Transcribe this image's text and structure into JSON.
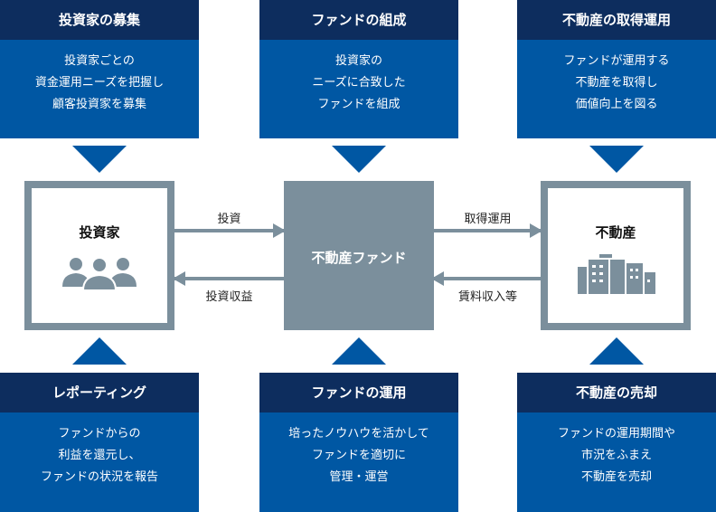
{
  "top_cards": [
    {
      "title": "投資家の募集",
      "lines": [
        "投資家ごとの",
        "資金運用ニーズを把握し",
        "顧客投資家を募集"
      ]
    },
    {
      "title": "ファンドの組成",
      "lines": [
        "投資家の",
        "ニーズに合致した",
        "ファンドを組成"
      ]
    },
    {
      "title": "不動産の取得運用",
      "lines": [
        "ファンドが運用する",
        "不動産を取得し",
        "価値向上を図る"
      ]
    }
  ],
  "bottom_cards": [
    {
      "title": "レポーティング",
      "lines": [
        "ファンドからの",
        "利益を還元し、",
        "ファンドの状況を報告"
      ]
    },
    {
      "title": "ファンドの運用",
      "lines": [
        "培ったノウハウを活かして",
        "ファンドを適切に",
        "管理・運営"
      ]
    },
    {
      "title": "不動産の売却",
      "lines": [
        "ファンドの運用期間や",
        "市況をふまえ",
        "不動産を売却"
      ]
    }
  ],
  "nodes": {
    "investor": "投資家",
    "fund": "不動産ファンド",
    "property": "不動産"
  },
  "arrows": {
    "invest": "投資",
    "return": "投資収益",
    "acquire": "取得運用",
    "rent": "賃料収入等"
  },
  "colors": {
    "header": "#0d2d5e",
    "body": "#0057a3",
    "gray": "#7b8f9c"
  }
}
